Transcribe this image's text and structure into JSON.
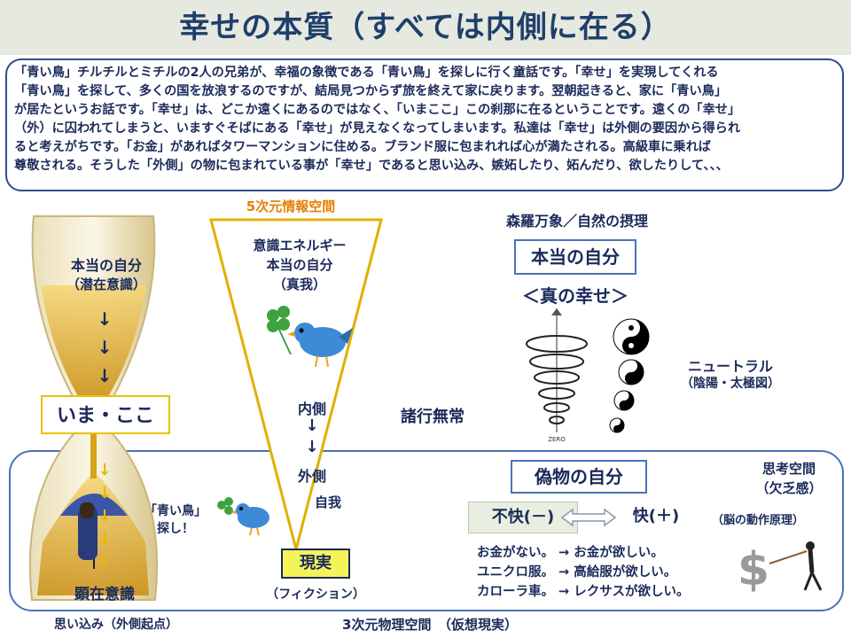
{
  "title": "幸せの本質（すべては内側に在る）",
  "intro_lines": [
    "「青い鳥」チルチルとミチルの2人の兄弟が、幸福の象徴である「青い鳥」を探しに行く童話です。「幸せ」を実現してくれる",
    "「青い鳥」を探して、多くの国を放浪するのですが、結局見つからず旅を終えて家に戻ります。翌朝起きると、家に「青い鳥」",
    "が居たというお話です。「幸せ」は、どこか遠くにあるのではなく、「いまここ」この刹那に在るということです。遠くの「幸せ」",
    "（外）に囚われてしまうと、いますぐそばにある「幸せ」が見えなくなってしまいます。私達は「幸せ」は外側の要因から得られ",
    "ると考えがちです。「お金」があればタワーマンションに住める。ブランド服に包まれれば心が満たされる。高級車に乗れば",
    "尊敬される。そうした「外側」の物に包まれている事が「幸せ」であると思い込み、嫉妬したり、妬んだり、欲したりして、、、"
  ],
  "hourglass": {
    "top_label_1": "本当の自分",
    "top_label_2": "（潜在意識）",
    "arrow": "↓",
    "now_here": "いま・ここ",
    "blue_bird_1": "「青い鳥」",
    "blue_bird_2": "探し！",
    "bottom_label": "顕在意識",
    "caption": "思い込み（外側起点）"
  },
  "triangle": {
    "top_label": "5次元情報空間",
    "energy_1": "意識エネルギー",
    "energy_2": "本当の自分",
    "energy_3": "（真我）",
    "inner": "内側",
    "arrow": "↓",
    "outer": "外側",
    "ego": "自我",
    "reality": "現実",
    "fiction": "（フィクション）"
  },
  "middle": {
    "impermanence": "諸行無常"
  },
  "right": {
    "law": "森羅万象／自然の摂理",
    "true_self": "本当の自分",
    "true_happiness": "＜真の幸せ＞",
    "zero": "ZERO",
    "neutral_1": "ニュートラル",
    "neutral_2": "（陰陽・太極図）",
    "thinking_1": "思考空間",
    "thinking_2": "（欠乏感）",
    "false_self": "偽物の自分",
    "discomfort": "不快(－)",
    "comfort": "快(＋)",
    "brain": "（脳の動作原理）",
    "examples": [
      "お金がない。 →  お金が欲しい。",
      "ユニクロ服。 →  高給服が欲しい。",
      "カローラ車。 →  レクサスが欲しい。"
    ],
    "dollar": "$"
  },
  "footer": "3次元物理空間　（仮想現実）",
  "colors": {
    "navy": "#1b2a5a",
    "blue": "#4a72b8",
    "gold": "#d9a21b",
    "orange_label": "#e67e00"
  }
}
